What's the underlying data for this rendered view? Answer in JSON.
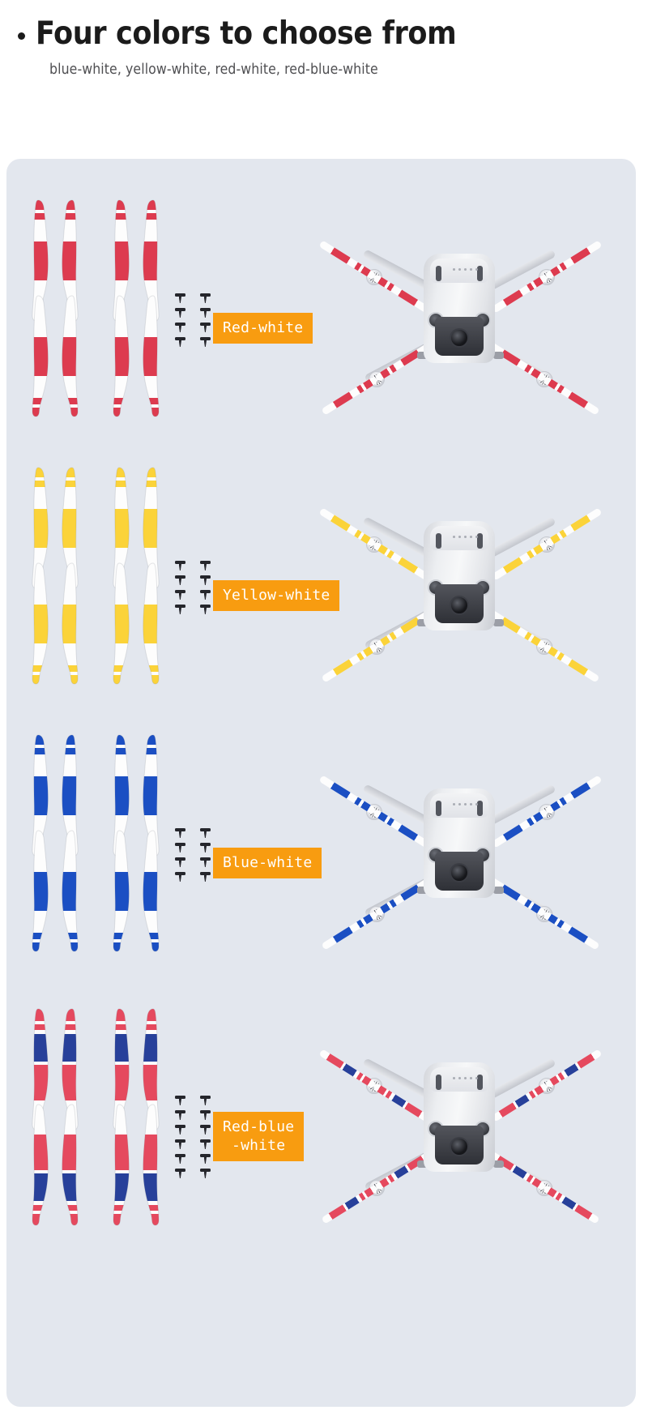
{
  "header": {
    "bullet": "•",
    "title": "Four colors to choose from",
    "subtitle": "blue-white, yellow-white, red-white,\nred-blue-white"
  },
  "panel": {
    "background_color": "#e3e7ee",
    "badge_color": "#f89c10",
    "badge_text_color": "#ffffff"
  },
  "variants": [
    {
      "id": "red-white",
      "label": "Red-white",
      "accent_color": "#dd3b4f",
      "secondary_color": "#ffffff",
      "tertiary_color": "",
      "propeller_count": 8,
      "screw_count": 8,
      "screw_rows": 4,
      "screw_cols": 2,
      "badge_lines": [
        "Red-white"
      ]
    },
    {
      "id": "yellow-white",
      "label": "Yellow-white",
      "accent_color": "#fbd339",
      "secondary_color": "#ffffff",
      "tertiary_color": "",
      "propeller_count": 8,
      "screw_count": 8,
      "screw_rows": 4,
      "screw_cols": 2,
      "badge_lines": [
        "Yellow-white"
      ]
    },
    {
      "id": "blue-white",
      "label": "Blue-white",
      "accent_color": "#1b4fc3",
      "secondary_color": "#ffffff",
      "tertiary_color": "",
      "propeller_count": 8,
      "screw_count": 8,
      "screw_rows": 4,
      "screw_cols": 2,
      "badge_lines": [
        "Blue-white"
      ]
    },
    {
      "id": "red-blue-white",
      "label": "Red-blue\n-white",
      "accent_color": "#e5495e",
      "secondary_color": "#ffffff",
      "tertiary_color": "#27409a",
      "propeller_count": 8,
      "screw_count": 12,
      "screw_rows": 6,
      "screw_cols": 2,
      "badge_lines": [
        "Red-blue",
        "-white"
      ]
    }
  ],
  "drone": {
    "body_color": "#e9ebee",
    "gimbal_color": "#303238",
    "arm_count": 4,
    "motor_count": 4
  }
}
